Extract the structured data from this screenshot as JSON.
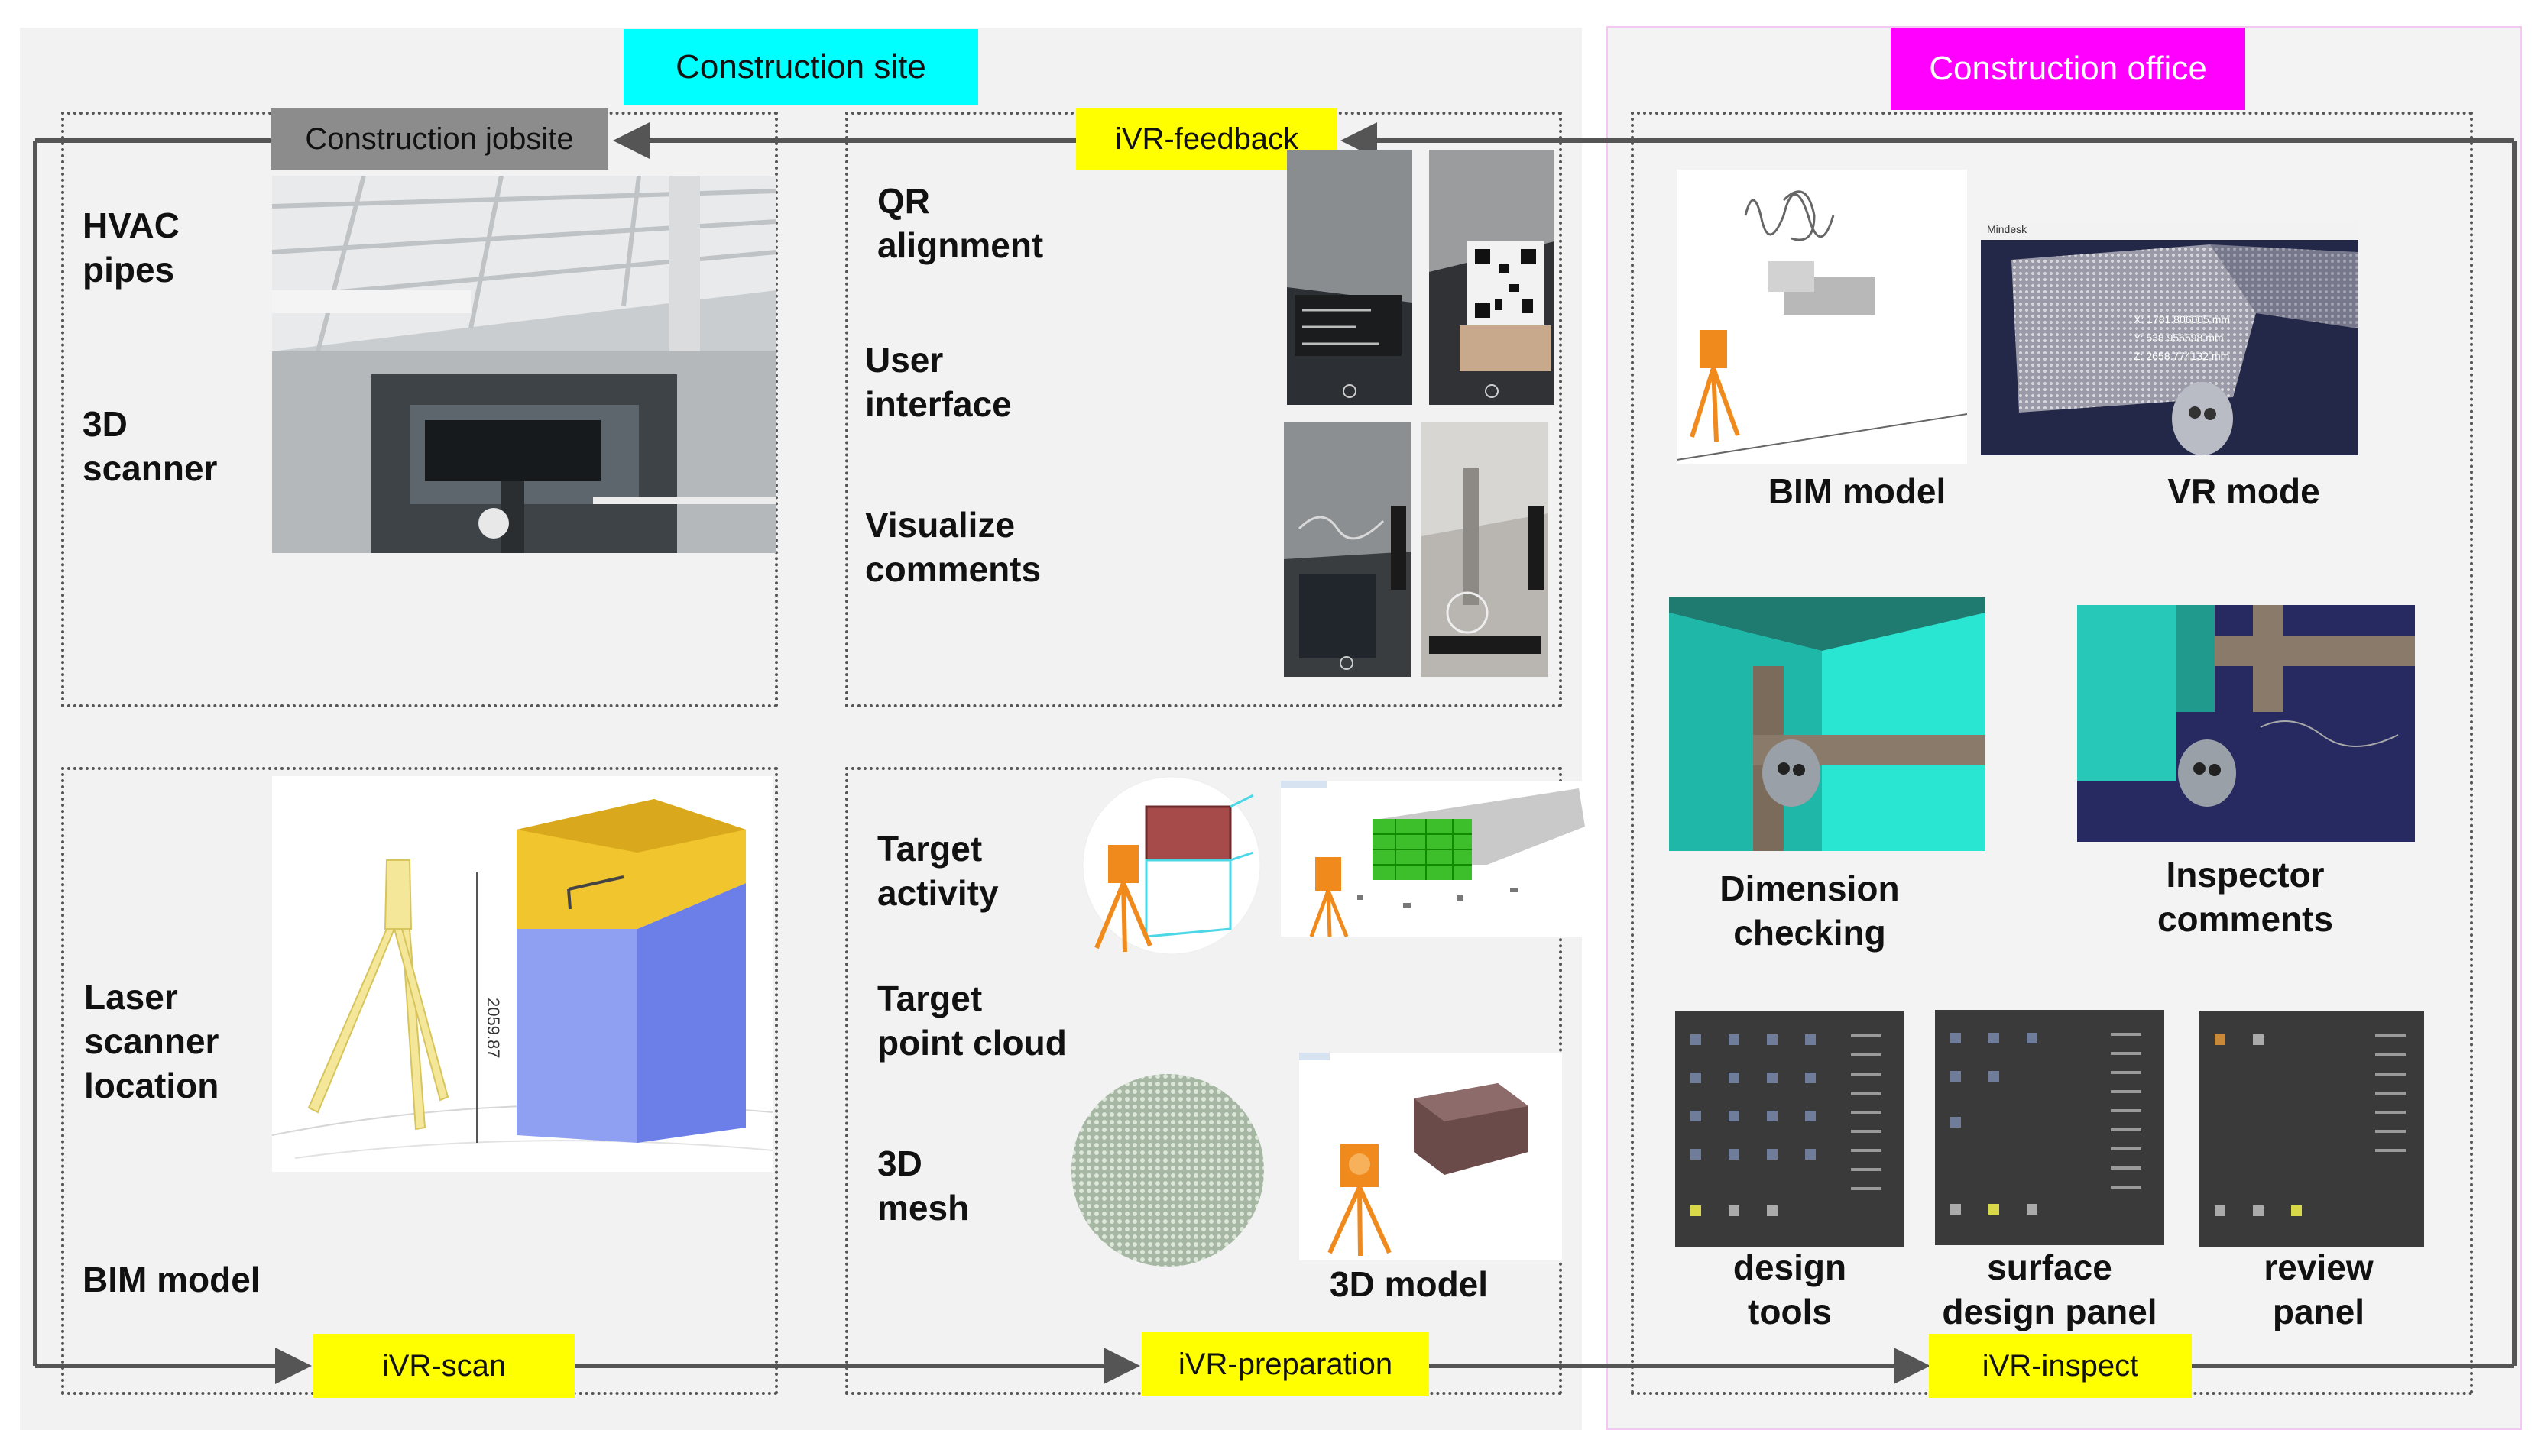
{
  "headers": {
    "construction_site": "Construction site",
    "construction_office": "Construction office"
  },
  "tags": {
    "construction_jobsite": "Construction jobsite",
    "ivr_feedback": "iVR-feedback",
    "ivr_scan": "iVR-scan",
    "ivr_preparation": "iVR-preparation",
    "ivr_inspect": "iVR-inspect"
  },
  "jobsite_box": {
    "hvac_pipes": "HVAC\npipes",
    "scanner_3d": "3D\nscanner"
  },
  "feedback_box": {
    "qr_alignment": "QR\nalignment",
    "user_interface": "User\ninterface",
    "visualize_comments": "Visualize\ncomments"
  },
  "scan_box": {
    "laser_scanner_location": "Laser\nscanner\nlocation",
    "bim_model": "BIM model",
    "dimension_value": "2059.87"
  },
  "preparation_box": {
    "target_activity": "Target\nactivity",
    "target_point_cloud": "Target\npoint cloud",
    "mesh_3d": "3D\nmesh",
    "model_3d": "3D model"
  },
  "office_box": {
    "bim_model": "BIM model",
    "vr_mode": "VR mode",
    "dimension_checking": "Dimension\nchecking",
    "inspector_comments": "Inspector\ncomments",
    "design_tools": "design\ntools",
    "surface_design_panel": "surface\ndesign panel",
    "review_panel": "review\npanel",
    "vr_window_title": "Mindesk",
    "vr_readout_x": "X: 1781.806005 mm",
    "vr_readout_y": "Y: 538.956598 mm",
    "vr_readout_z": "Z: 2658.774132 mm"
  },
  "colors": {
    "site_header_bg": "#00ffff",
    "office_header_bg": "#ff00ff",
    "tag_yellow": "#ffff00",
    "jobsite_tag_bg": "#8c8c8c",
    "bim_teal": "#29e6d2",
    "scanner_orange": "#f08a1c",
    "wall_blue": "#7f8ff0",
    "box_yellow": "#f2c93a",
    "flow_line": "#555555"
  }
}
